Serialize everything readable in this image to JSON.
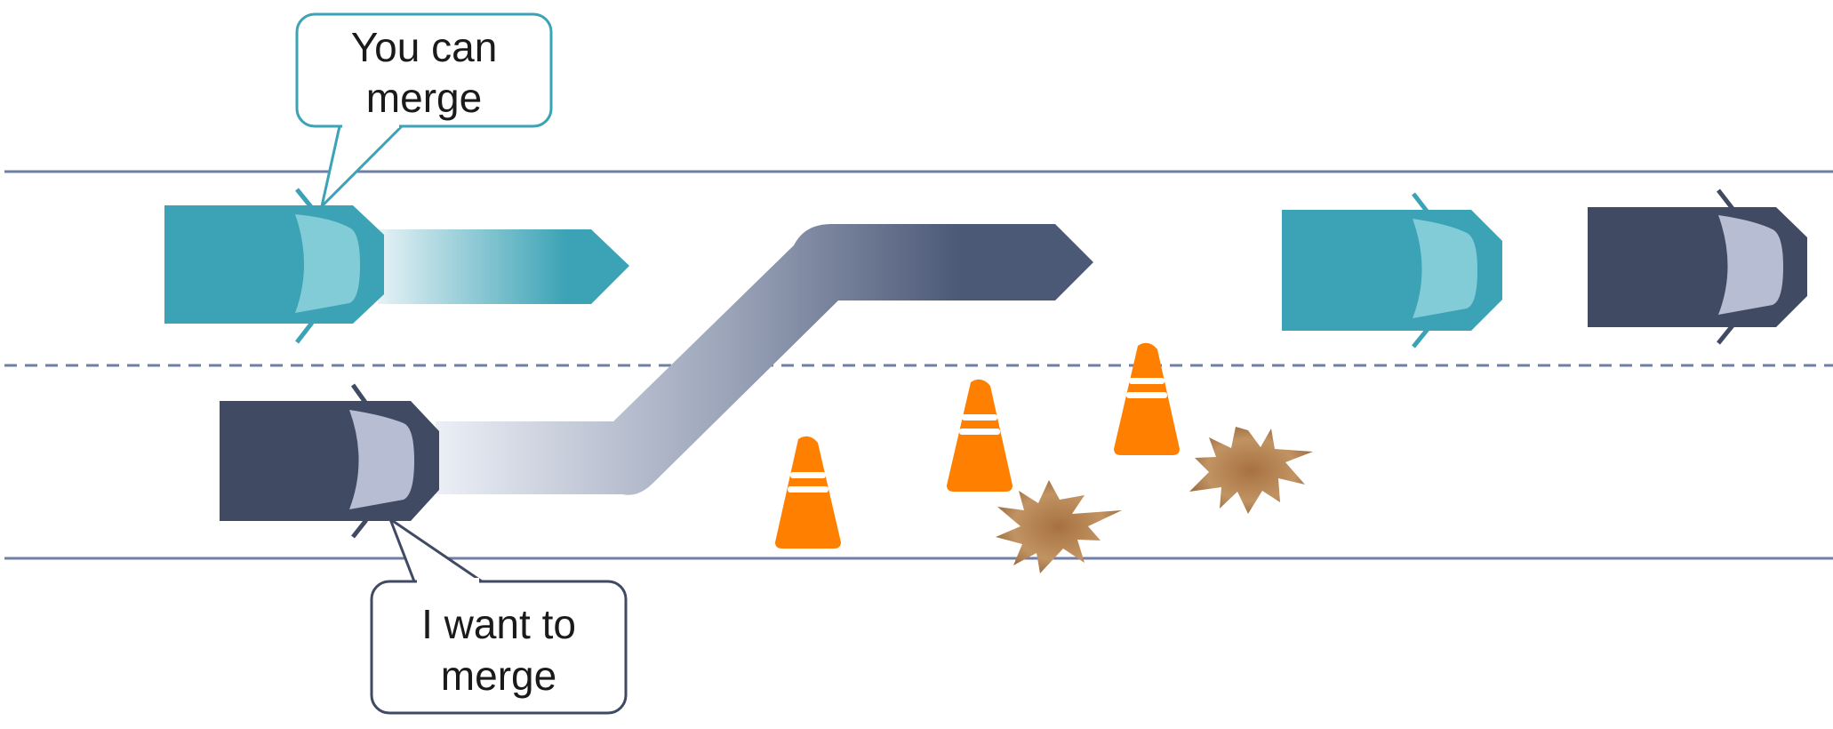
{
  "callouts": {
    "top": {
      "line1": "You can",
      "line2": "merge"
    },
    "bottom": {
      "line1": "I want to",
      "line2": "merge"
    }
  },
  "colors": {
    "teal": "#3ba3b5",
    "teal_windshield": "#82ccd8",
    "navy": "#404a63",
    "navy_windshield": "#b7bed3",
    "lane_line": "#6f7fa6",
    "cone": "#ff7f00",
    "debris": "#b58655"
  },
  "icons": {
    "car": "car-top-view-icon",
    "cone": "traffic-cone-icon",
    "debris": "debris-splat-icon",
    "arrow": "trajectory-arrow-icon"
  }
}
